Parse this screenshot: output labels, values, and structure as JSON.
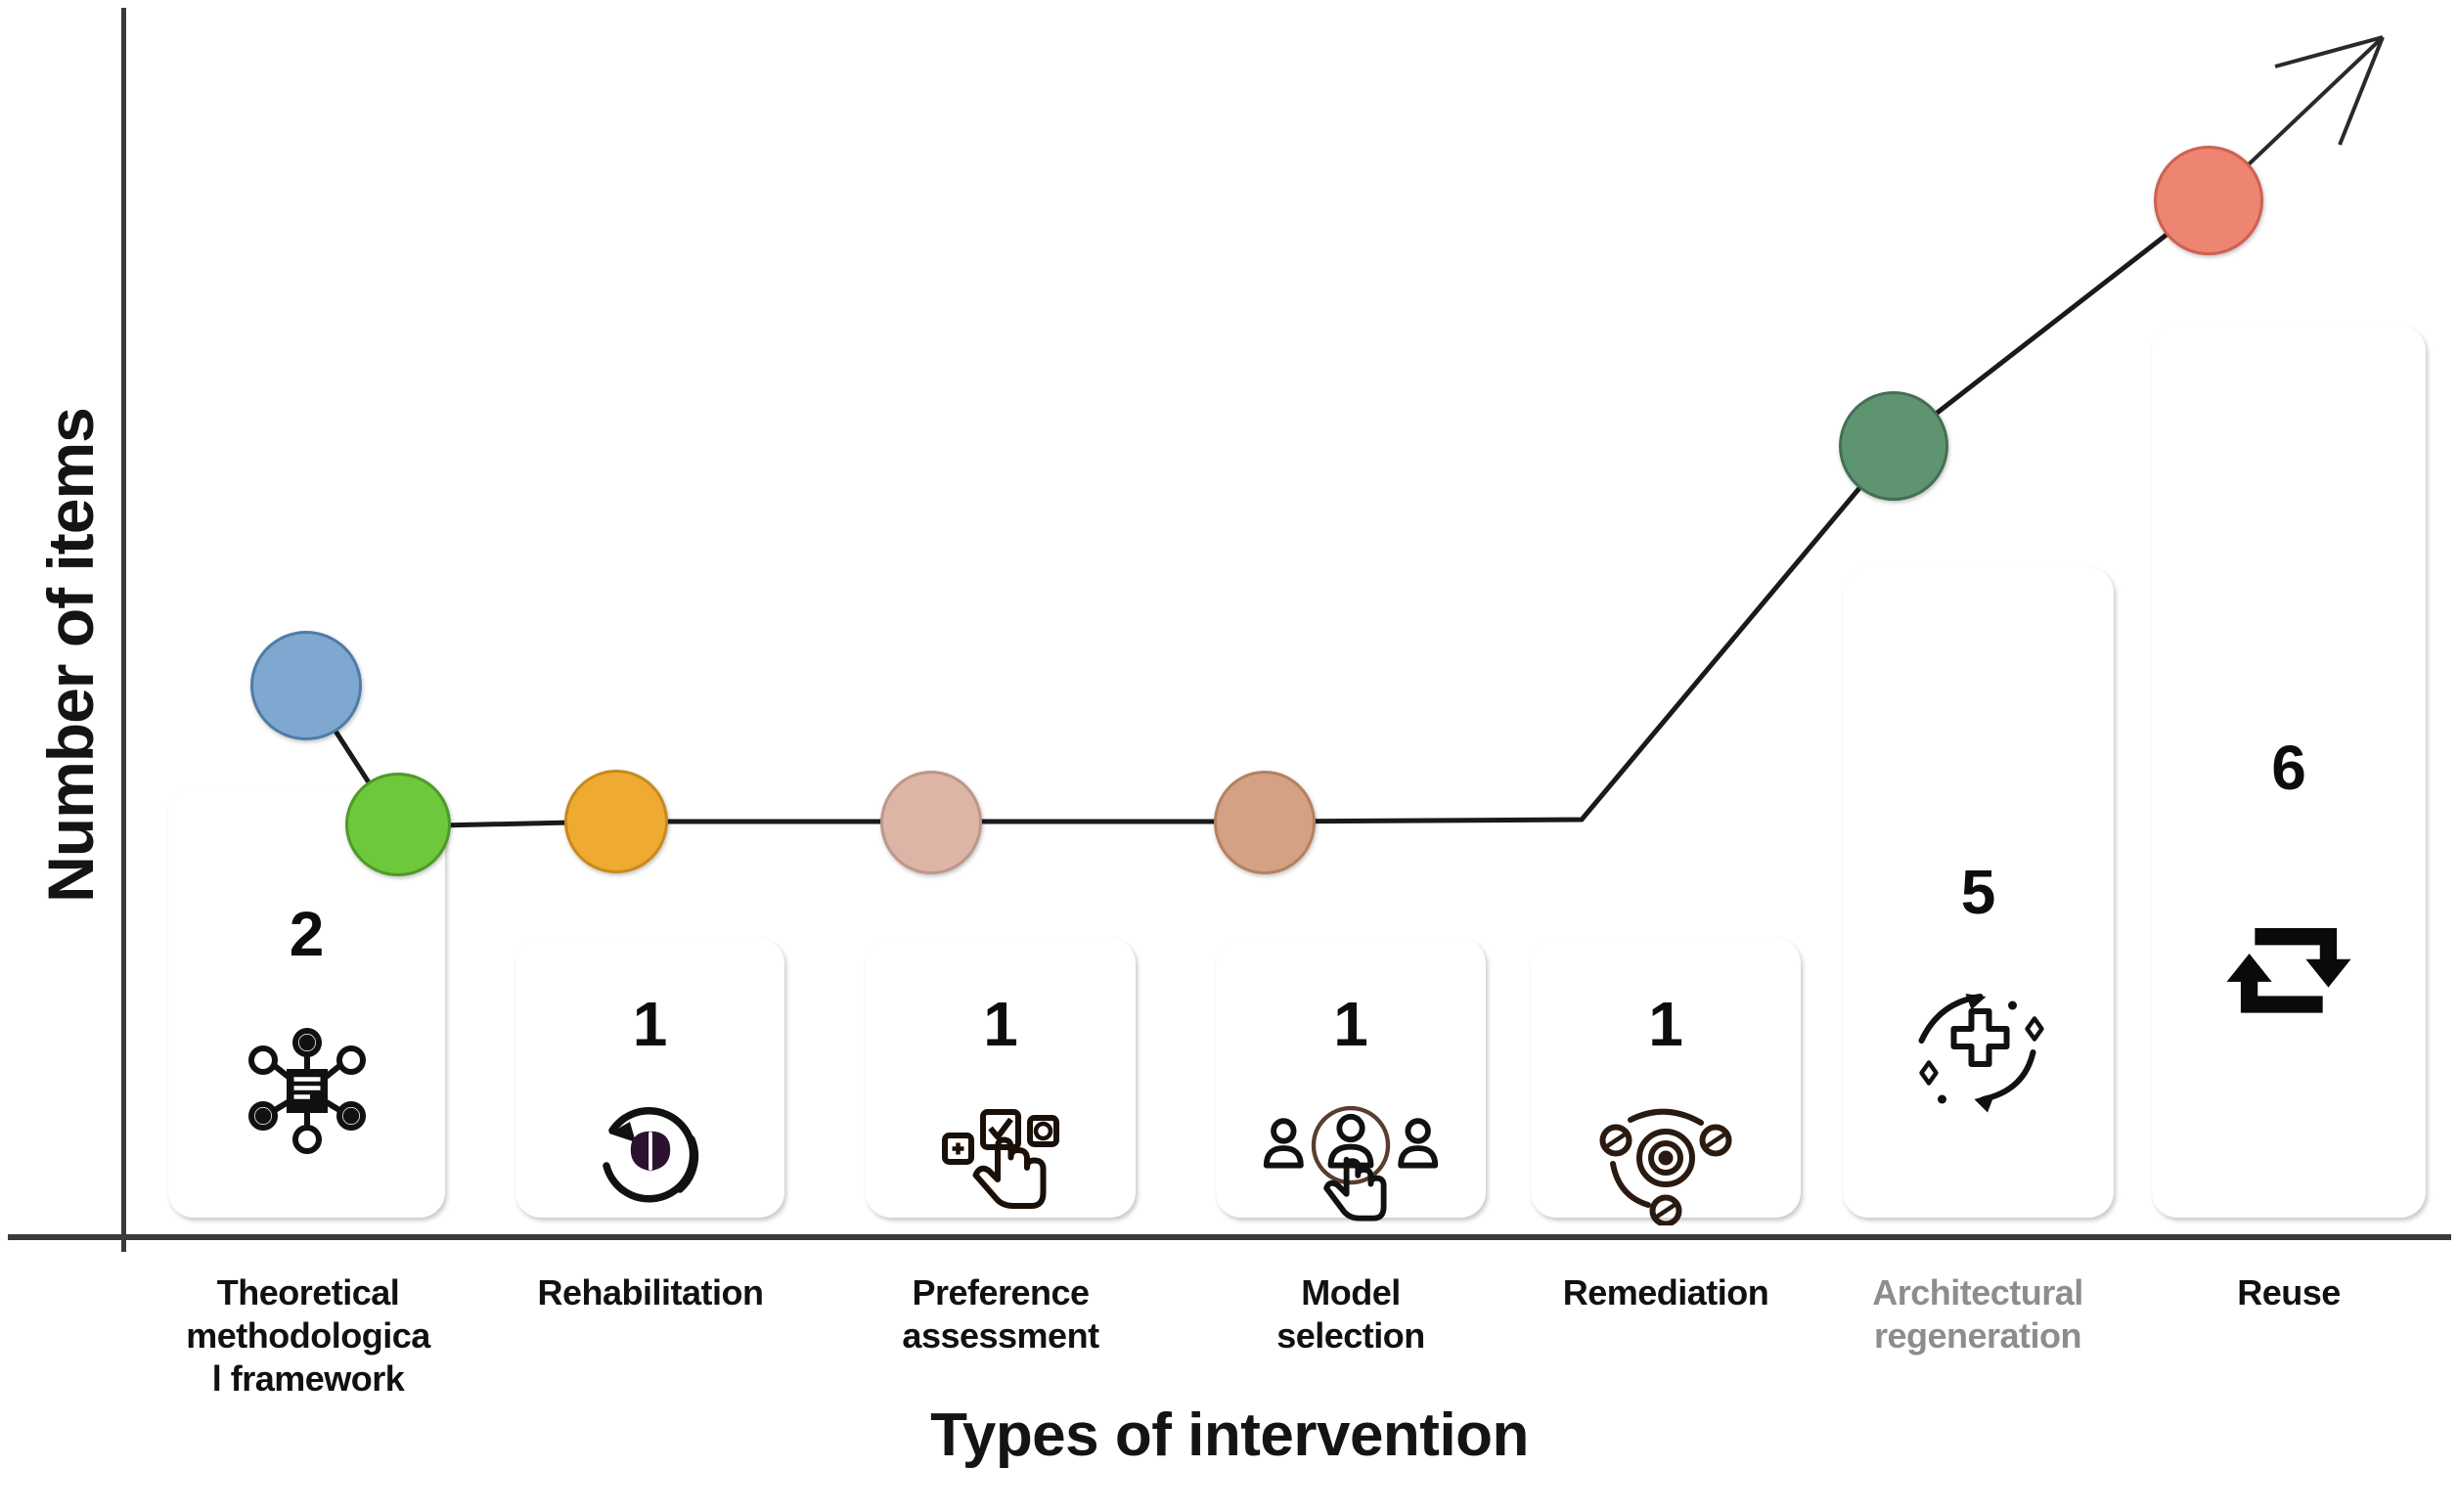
{
  "chart_data": {
    "type": "bar",
    "title": "",
    "xlabel": "Types of intervention",
    "ylabel": "Number of items",
    "categories": [
      "Theoretical methodologica l framework",
      "Rehabilitation",
      "Preference assessment",
      "Model selection",
      "Remediation",
      "Architectural regeneration",
      "Reuse"
    ],
    "values": [
      2,
      1,
      1,
      1,
      1,
      5,
      6
    ],
    "ylim": [
      0,
      7
    ],
    "grid": false,
    "legend": "none",
    "series": [
      {
        "name": "Number of items",
        "values": [
          2,
          1,
          1,
          1,
          1,
          5,
          6
        ]
      }
    ],
    "overlay": {
      "type": "line",
      "name": "trend",
      "values": [
        2,
        1,
        1,
        1,
        1,
        5,
        6
      ],
      "has_arrowhead": true
    }
  },
  "axes": {
    "y_title": "Number of items",
    "x_title": "Types of intervention"
  },
  "bars": [
    {
      "label_lines": [
        "Theoretical",
        "methodologica",
        "l framework"
      ],
      "value": "2",
      "color": "#7FA8D0",
      "border_color": "#5F86AE",
      "marker_color": "#7FA8D0",
      "marker_border": "#4F7BA8",
      "icon": "network-framework-icon",
      "faded_label": false
    },
    {
      "label_lines": [
        "Rehabilitation"
      ],
      "value": "1",
      "color": "#6DC83C",
      "border_color": "#56A52D",
      "marker_color": "#6DC83C",
      "marker_border": "#4E9A27",
      "icon": "brain-refresh-icon",
      "faded_label": false
    },
    {
      "label_lines": [
        "Preference",
        "assessment"
      ],
      "value": "1",
      "color": "#EFAA32",
      "border_color": "#D08E1E",
      "marker_color": "#EFAA32",
      "marker_border": "#C98A1C",
      "icon": "hand-select-checkbox-icon",
      "faded_label": false
    },
    {
      "label_lines": [
        "Model",
        "selection"
      ],
      "value": "1",
      "color": "#DDB5A6",
      "border_color": "#C39B8C",
      "marker_color": "#DDB5A6",
      "marker_border": "#BE978A",
      "icon": "people-select-icon",
      "faded_label": false
    },
    {
      "label_lines": [
        "Remediation"
      ],
      "value": "1",
      "color": "#D5A184",
      "border_color": "#BA8769",
      "marker_color": "#D5A184",
      "marker_border": "#B5815F",
      "icon": "remediation-target-icon",
      "faded_label": false
    },
    {
      "label_lines": [
        "Architectural",
        "regeneration"
      ],
      "value": "5",
      "color": "#5E9570",
      "border_color": "#4B7A5B",
      "marker_color": "#5E9570",
      "marker_border": "#456F54",
      "icon": "regeneration-plus-orbit-icon",
      "faded_label": true
    },
    {
      "label_lines": [
        "Reuse"
      ],
      "value": "6",
      "color": "#EE8472",
      "border_color": "#D36A58",
      "marker_color": "#EE8472",
      "marker_border": "#CE6150",
      "icon": "reuse-repeat-arrows-icon",
      "faded_label": false
    }
  ]
}
